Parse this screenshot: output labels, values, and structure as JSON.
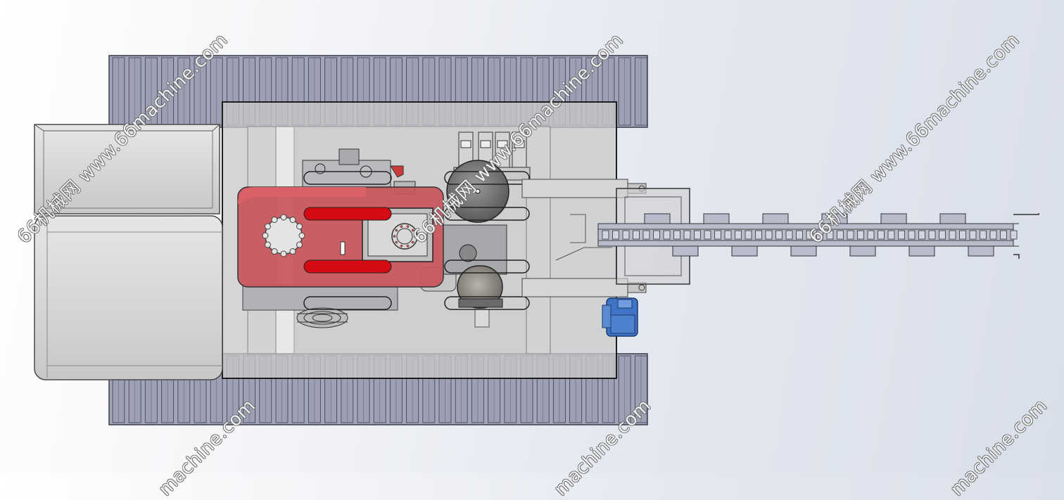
{
  "watermark": {
    "text": "66机械网 www.66machine.com",
    "visible_fragment": "machine.com"
  },
  "colors": {
    "track": "#9ea1b4",
    "track_dark": "#5a5d72",
    "hood": "#c94f55",
    "accent_red": "#d40b12",
    "motor_blue": "#3f73c4",
    "chassis": "#bfbfbf",
    "frame_line": "#1a1a1a"
  },
  "parts": [
    "left-track",
    "right-track",
    "rear-counterweight",
    "engine-hood",
    "pulley",
    "fuel-filters",
    "chain-boom",
    "hydraulic-motor"
  ]
}
